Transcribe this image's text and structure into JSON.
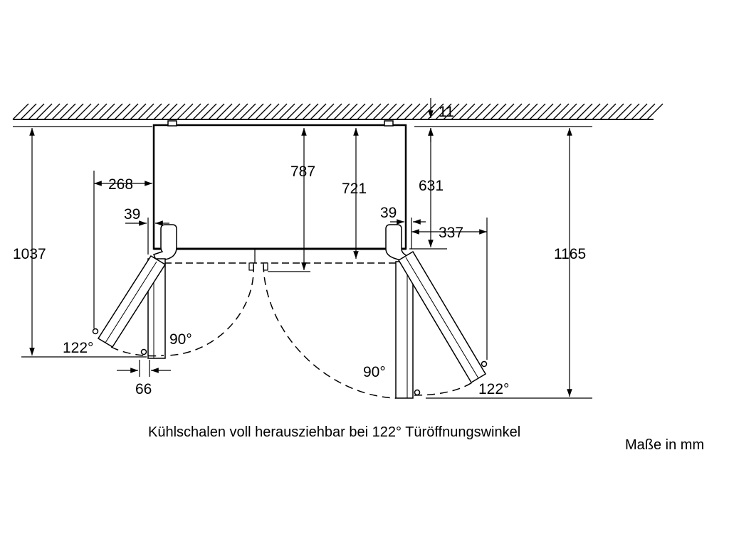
{
  "dimensions": {
    "wall_gap": "11",
    "top_depth": "787",
    "body_depth": "721",
    "right_depth": "631",
    "left_clearance": "268",
    "left_hinge_offset": "39",
    "right_hinge_offset": "39",
    "right_clearance": "337",
    "total_depth_left": "1037",
    "total_depth_right": "1165",
    "door_thickness": "66"
  },
  "angles": {
    "left_open_max": "122°",
    "left_open_90": "90°",
    "right_open_90": "90°",
    "right_open_max": "122°"
  },
  "caption": "Kühlschalen voll herausziehbar bei 122° Türöffnungswinkel",
  "unit_note": "Maße in mm"
}
